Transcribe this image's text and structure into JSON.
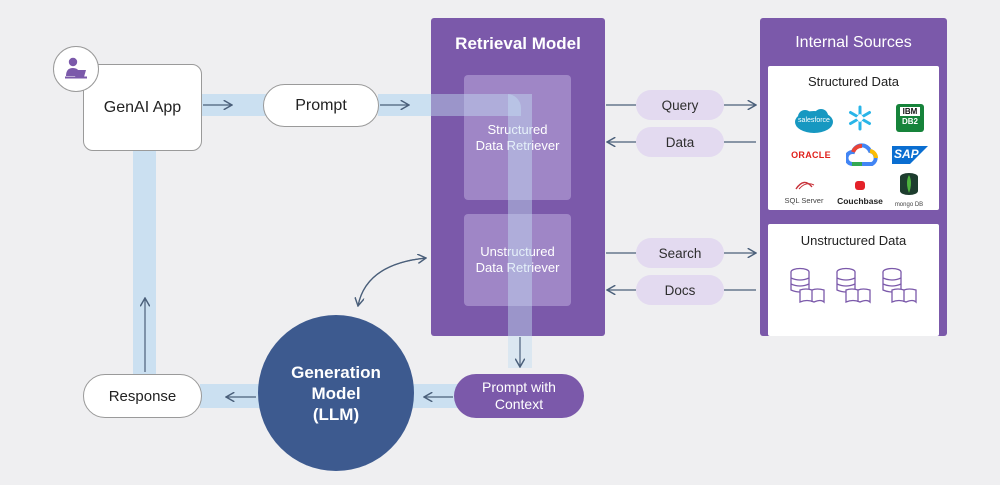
{
  "app": {
    "label": "GenAI App",
    "icon": "user-laptop-icon"
  },
  "prompt": {
    "label": "Prompt"
  },
  "response": {
    "label": "Response"
  },
  "retrieval_model": {
    "title": "Retrieval Model",
    "structured_retriever": {
      "line1": "Structured",
      "line2": "Data Retriever"
    },
    "unstructured_retriever": {
      "line1": "Unstructured",
      "line2": "Data Retriever"
    }
  },
  "generation_model": {
    "line1": "Generation",
    "line2": "Model",
    "line3": "(LLM)"
  },
  "prompt_with_context": {
    "line1": "Prompt with",
    "line2": "Context"
  },
  "connectors": {
    "query": "Query",
    "data": "Data",
    "search": "Search",
    "docs": "Docs"
  },
  "internal_sources": {
    "title": "Internal Sources",
    "structured": {
      "title": "Structured Data",
      "logos": [
        "salesforce",
        "ORACLE",
        "SAP",
        "SQL Server",
        "Couchbase",
        "mongo DB",
        "IBM",
        "DB2"
      ]
    },
    "unstructured": {
      "title": "Unstructured Data",
      "icons": [
        "database-book-icon",
        "database-book-icon",
        "database-book-icon"
      ]
    }
  },
  "colors": {
    "purple_dark": "#7b59aa",
    "purple_light": "#e3daf0",
    "navy": "#3d5a8f",
    "flow_band": "#c4ddf1",
    "background": "#efeff1"
  }
}
